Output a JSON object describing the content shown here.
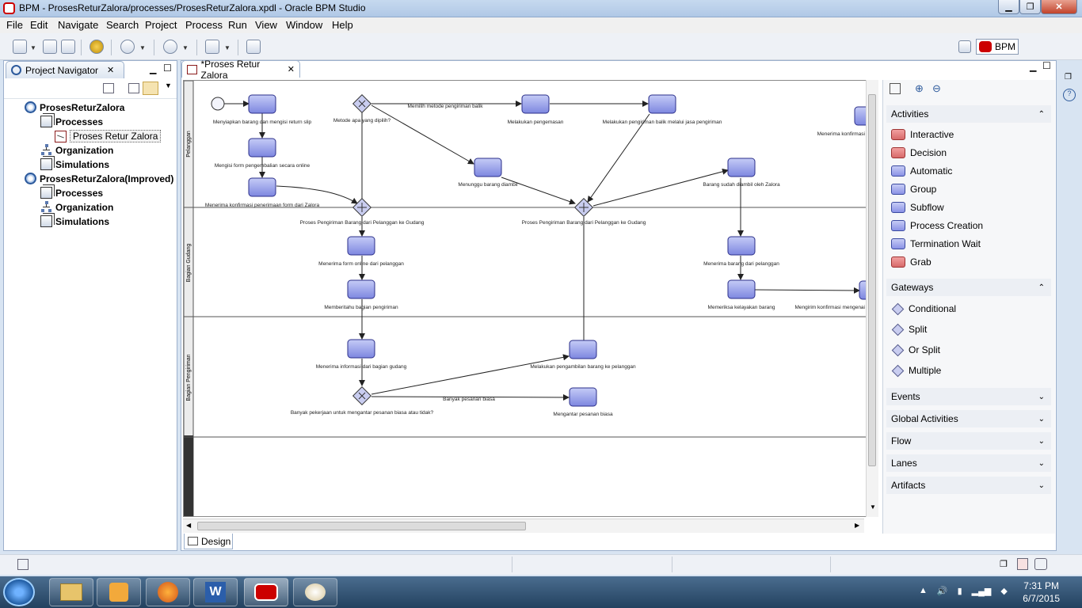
{
  "window": {
    "title": "BPM - ProsesReturZalora/processes/ProsesReturZalora.xpdl - Oracle BPM Studio"
  },
  "menu": [
    "File",
    "Edit",
    "Navigate",
    "Search",
    "Project",
    "Process",
    "Run",
    "View",
    "Window",
    "Help"
  ],
  "toolbar": {
    "perspective_label": "BPM"
  },
  "navigator": {
    "tab_label": "Project Navigator",
    "tree": [
      {
        "label": "ProsesReturZalora",
        "level": 0,
        "icon": "project-icon"
      },
      {
        "label": "Processes",
        "level": 1,
        "icon": "processes-icon"
      },
      {
        "label": "Proses Retur Zalora",
        "level": 2,
        "icon": "process-file-icon",
        "selected": true
      },
      {
        "label": "Organization",
        "level": 1,
        "icon": "organization-icon"
      },
      {
        "label": "Simulations",
        "level": 1,
        "icon": "simulations-icon"
      },
      {
        "label": "ProsesReturZalora(Improved)",
        "level": 0,
        "icon": "project-icon"
      },
      {
        "label": "Processes",
        "level": 1,
        "icon": "processes-icon"
      },
      {
        "label": "Organization",
        "level": 1,
        "icon": "organization-icon"
      },
      {
        "label": "Simulations",
        "level": 1,
        "icon": "simulations-icon"
      }
    ]
  },
  "editor": {
    "tab_label": "*Proses Retur Zalora",
    "bottom_tab": "Design",
    "lanes": [
      "Pelanggan",
      "Bagian Gudang",
      "Bagian Pengiriman"
    ],
    "activities": [
      "Menyiapkan barang dan mengisi return slip",
      "Mengisi form pengembalian secara online",
      "Menerima konfirmasi penerimaan form dari Zalora",
      "Menunggu barang diambil",
      "Melakukan pengemasan",
      "Melakukan pengiriman balik melalui jasa pengiriman",
      "Barang sudah diambil oleh Zalora",
      "Menerima konfirmasi",
      "Menerima form online dari pelanggan",
      "Memberitahu bagian pengiriman",
      "Menerima barang dari pelanggan",
      "Memeriksa kelayakan barang",
      "Mengirim konfirmasi mengenai",
      "Menerima informasi dari bagian gudang",
      "Melakukan pengambilan barang ke pelanggan",
      "Mengantar pesanan biasa"
    ],
    "gateways": [
      "Metode apa yang dipilih?",
      "Proses Pengiriman Barang dari Pelanggan ke Gudang",
      "Proses Pengiriman Barang dari Pelanggan ke Gudang",
      "Banyak pekerjaan untuk mengantar pesanan biasa atau tidak?"
    ],
    "edge_labels": [
      "Memilih metode pengiriman balik",
      "Banyak pesanan biasa"
    ]
  },
  "palette": {
    "activities_title": "Activities",
    "activities": [
      "Interactive",
      "Decision",
      "Automatic",
      "Group",
      "Subflow",
      "Process Creation",
      "Termination Wait",
      "Grab"
    ],
    "gateways_title": "Gateways",
    "gateways": [
      "Conditional",
      "Split",
      "Or Split",
      "Multiple"
    ],
    "collapsed_sections": [
      "Events",
      "Global Activities",
      "Flow",
      "Lanes",
      "Artifacts"
    ]
  },
  "taskbar": {
    "time": "7:31 PM",
    "date": "6/7/2015"
  },
  "colors": {
    "activity_fill": "#8f97e8",
    "activity_border": "#2b2f8a",
    "lane_line": "#555555",
    "accent_red": "#cc0000"
  }
}
